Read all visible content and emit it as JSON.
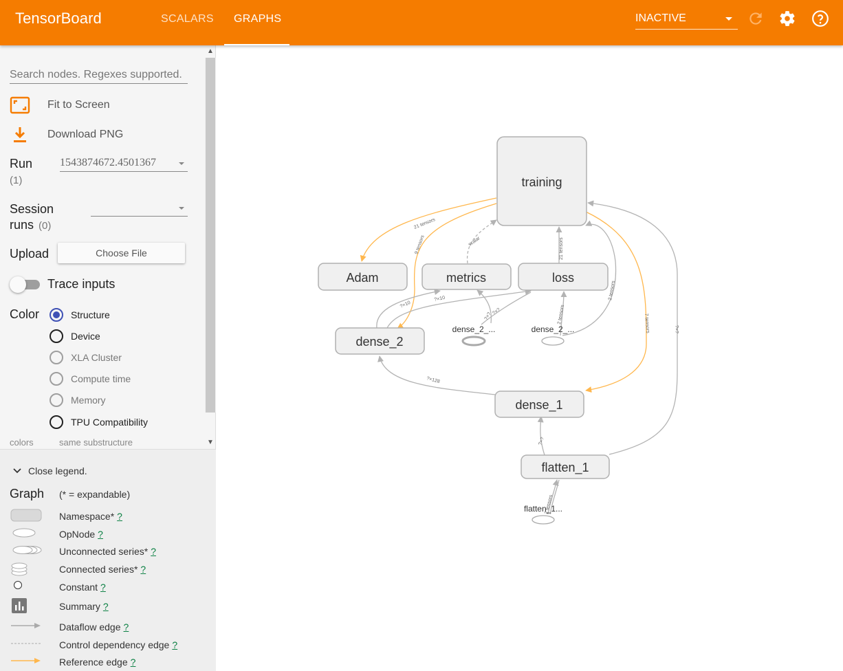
{
  "header": {
    "brand": "TensorBoard",
    "tabs": [
      {
        "label": "SCALARS",
        "active": false
      },
      {
        "label": "GRAPHS",
        "active": true
      }
    ],
    "status": "INACTIVE",
    "icons": [
      "refresh-icon",
      "settings-icon",
      "help-icon"
    ],
    "color": "#f57c00"
  },
  "sidebar": {
    "search_placeholder": "Search nodes. Regexes supported.",
    "fit_to_screen": "Fit to Screen",
    "download_png": "Download PNG",
    "run_label": "Run",
    "run_count": "(1)",
    "run_value": "1543874672.4501367",
    "session_label_1": "Session",
    "session_label_2": "runs",
    "session_count": "(0)",
    "session_value": "",
    "upload_label": "Upload",
    "choose_file": "Choose File",
    "trace_inputs": "Trace inputs",
    "trace_on": false,
    "color_label": "Color",
    "color_options": [
      {
        "label": "Structure",
        "checked": true
      },
      {
        "label": "Device",
        "checked": false
      },
      {
        "label": "XLA Cluster",
        "checked": false
      },
      {
        "label": "Compute time",
        "checked": false
      },
      {
        "label": "Memory",
        "checked": false
      },
      {
        "label": "TPU Compatibility",
        "checked": false
      }
    ],
    "colors_label": "colors",
    "colors_desc": "same substructure"
  },
  "legend": {
    "close_label": "Close legend.",
    "graph_label": "Graph",
    "expandable_note": "(* = expandable)",
    "help_mark": "?",
    "items": [
      {
        "label": "Namespace*",
        "icon": "namespace-icon"
      },
      {
        "label": "OpNode",
        "icon": "opnode-icon"
      },
      {
        "label": "Unconnected series*",
        "icon": "unconnected-series-icon"
      },
      {
        "label": "Connected series*",
        "icon": "connected-series-icon"
      },
      {
        "label": "Constant",
        "icon": "constant-icon"
      },
      {
        "label": "Summary",
        "icon": "summary-icon"
      },
      {
        "label": "Dataflow edge",
        "icon": "dataflow-edge-icon"
      },
      {
        "label": "Control dependency edge",
        "icon": "control-edge-icon"
      },
      {
        "label": "Reference edge",
        "icon": "reference-edge-icon"
      }
    ]
  },
  "graph": {
    "nodes": {
      "training": "training",
      "adam": "Adam",
      "metrics": "metrics",
      "loss": "loss",
      "dense_2": "dense_2",
      "dense_1": "dense_1",
      "flatten_1": "flatten_1",
      "dense_2_input_a": "dense_2_...",
      "dense_2_input_b": "dense_2_...",
      "flatten_1_input": "flatten_1..."
    },
    "edge_labels": {
      "adam_training": "21 tensors",
      "dense2_training": "9 tensors",
      "metrics_training": "scalar",
      "loss_training": "21 tensors",
      "dense2_metrics": "?×10",
      "dense2_loss": "?×10",
      "target_a": "?×?",
      "target_b": "?×?",
      "target_loss": "2 tensors",
      "right_loss": "2 tensors",
      "training_dense1": "7 tensors",
      "dense1_dense2": "?×128",
      "flatten_dense1": "?×?",
      "flatten_training": "?×?",
      "flatten_input": "2 tensors"
    },
    "edge_colors": {
      "dataflow": "#b3b3b3",
      "reference": "#ffb74d"
    }
  }
}
